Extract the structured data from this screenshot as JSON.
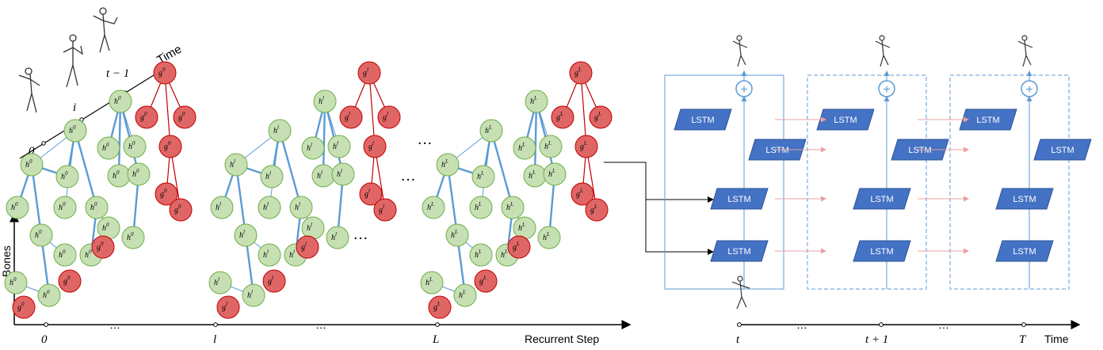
{
  "left": {
    "axis": {
      "time": "Time",
      "bones": "Bones",
      "recurrent": "Recurrent Step"
    },
    "time_ticks": [
      "0",
      "i",
      "t − 1"
    ],
    "step_ticks": [
      "0",
      "l",
      "L"
    ],
    "dots": "…",
    "copies": [
      {
        "sup": "0"
      },
      {
        "sup": "l"
      },
      {
        "sup": "L"
      }
    ]
  },
  "right": {
    "lstm_label": "LSTM",
    "plus": "+",
    "time_label": "Time",
    "time_ticks": [
      "t",
      "t + 1",
      "T"
    ],
    "colors": {
      "lstm": "#4472c4",
      "line": "#5b9bd5",
      "rec": "#e8a0a0"
    }
  },
  "colors": {
    "green_fill": "#c6e0b4",
    "green_stroke": "#70ad47",
    "red_fill": "#e06666",
    "red_stroke": "#c00000",
    "edge_blue": "#5b9bd5",
    "edge_red": "#c00000"
  }
}
